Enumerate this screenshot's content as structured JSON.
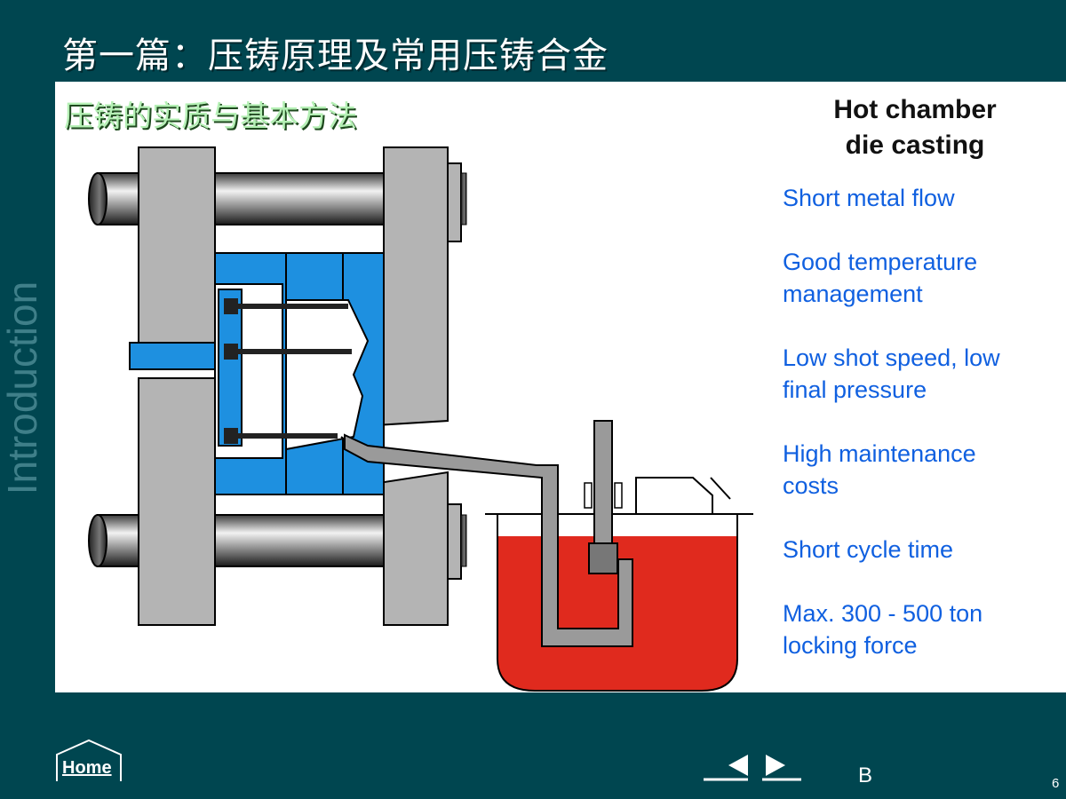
{
  "slide": {
    "title": "第一篇：压铸原理及常用压铸合金",
    "subtitle": "压铸的实质与基本方法",
    "side_label": "Introduction"
  },
  "info": {
    "heading_line1": "Hot chamber",
    "heading_line2": "die casting",
    "features": [
      {
        "line1": "Short metal flow",
        "line2": ""
      },
      {
        "line1": "Good temperature",
        "line2": "management"
      },
      {
        "line1": "Low shot speed, low",
        "line2": "final pressure"
      },
      {
        "line1": "High maintenance",
        "line2": "costs"
      },
      {
        "line1": "Short cycle time",
        "line2": ""
      },
      {
        "line1": "Max. 300 - 500 ton",
        "line2": "locking force"
      }
    ]
  },
  "nav": {
    "home_label": "Home",
    "section_letter": "B",
    "page_number": "6"
  },
  "colors": {
    "background": "#004650",
    "panel": "#ffffff",
    "feature_text": "#1060e0",
    "die_blue": "#1e90e0",
    "platen_gray": "#b4b4b4",
    "molten_metal": "#e02a1e"
  }
}
